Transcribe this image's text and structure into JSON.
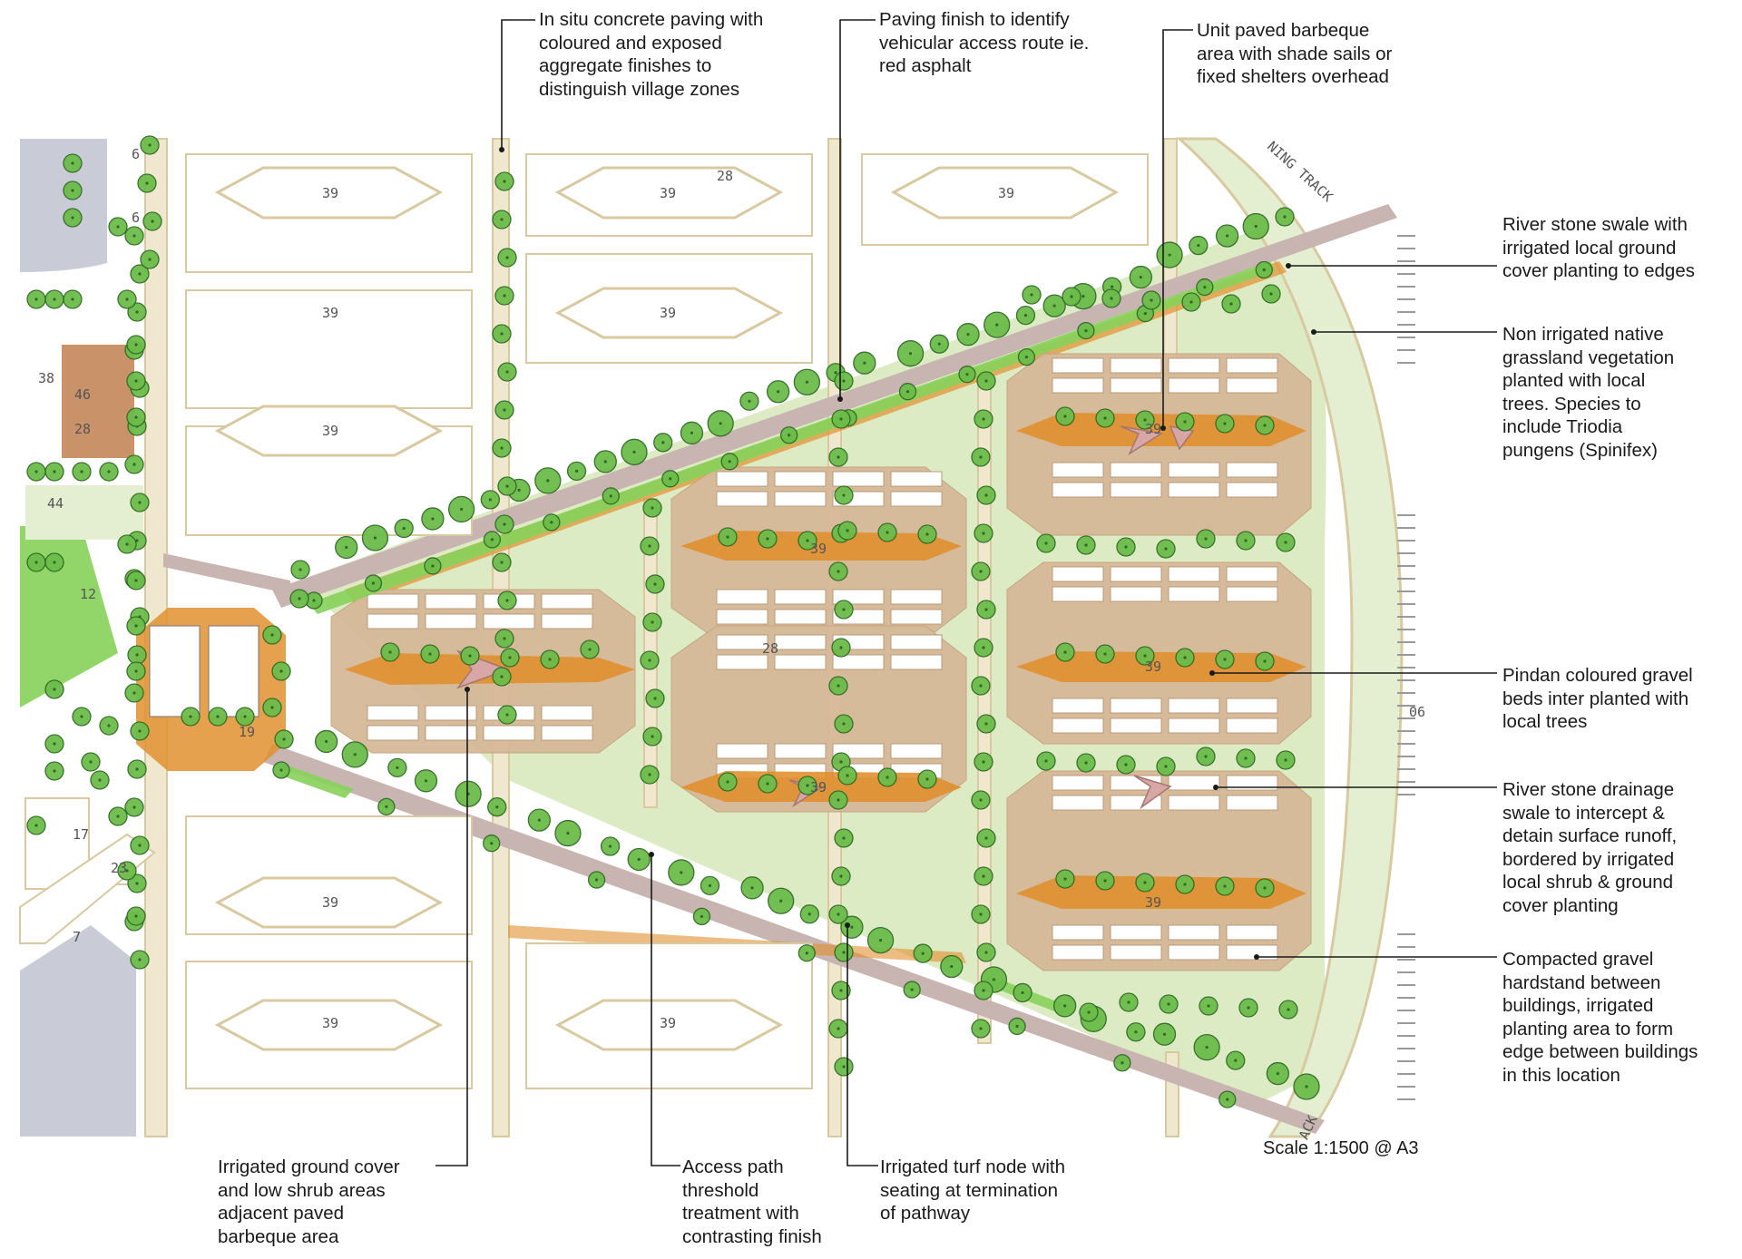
{
  "callouts": [
    {
      "id": "in-situ-paving",
      "text": "In situ concrete paving with\ncoloured and exposed\naggregate finishes to\ndistinguish village zones"
    },
    {
      "id": "vehicular-paving",
      "text": "Paving finish to identify\nvehicular access route ie.\nred asphalt"
    },
    {
      "id": "bbq-area",
      "text": "Unit paved barbeque\narea with shade sails or\nfixed shelters overhead"
    },
    {
      "id": "river-stone-swale",
      "text": "River stone swale with\nirrigated local ground\ncover planting to edges"
    },
    {
      "id": "native-grassland",
      "text": "Non irrigated native\ngrassland vegetation\nplanted with local\ntrees.  Species to\ninclude Triodia\npungens (Spinifex)"
    },
    {
      "id": "pindan-gravel",
      "text": "Pindan coloured gravel\nbeds inter planted with\nlocal trees"
    },
    {
      "id": "drainage-swale",
      "text": "River stone drainage\nswale to intercept &\ndetain surface runoff,\nbordered by irrigated\nlocal shrub & ground\ncover planting"
    },
    {
      "id": "gravel-hardstand",
      "text": "Compacted gravel\nhardstand between\nbuildings, irrigated\nplanting area to form\nedge between buildings\nin this location"
    },
    {
      "id": "ground-cover",
      "text": "Irrigated ground cover\nand low shrub areas\nadjacent paved\nbarbeque area"
    },
    {
      "id": "access-path",
      "text": "Access path\nthreshold\ntreatment with\ncontrasting finish"
    },
    {
      "id": "turf-node",
      "text": "Irrigated turf node with\nseating at termination\nof pathway"
    }
  ],
  "scale_text": "Scale 1:1500 @ A3",
  "plan_labels": {
    "unit_39": "39",
    "unit_28": "28",
    "unit_46": "46",
    "unit_44": "44",
    "unit_12": "12",
    "unit_19": "19",
    "unit_17": "17",
    "unit_23": "23",
    "unit_7": "7",
    "unit_6": "6",
    "unit_38": "38",
    "track_top": "NING TRACK",
    "track_bottom": "ACK",
    "track_right": "06"
  },
  "colors": {
    "road": "#f0e7cf",
    "road_edge": "#d9c9a0",
    "turf": "#dcebc4",
    "bright_turf": "#86d15a",
    "tree": "#6cbc4a",
    "tree_dark": "#2f6a24",
    "gravel": "#e1902f",
    "path": "#c8b4b0",
    "building": "#ffffff"
  }
}
